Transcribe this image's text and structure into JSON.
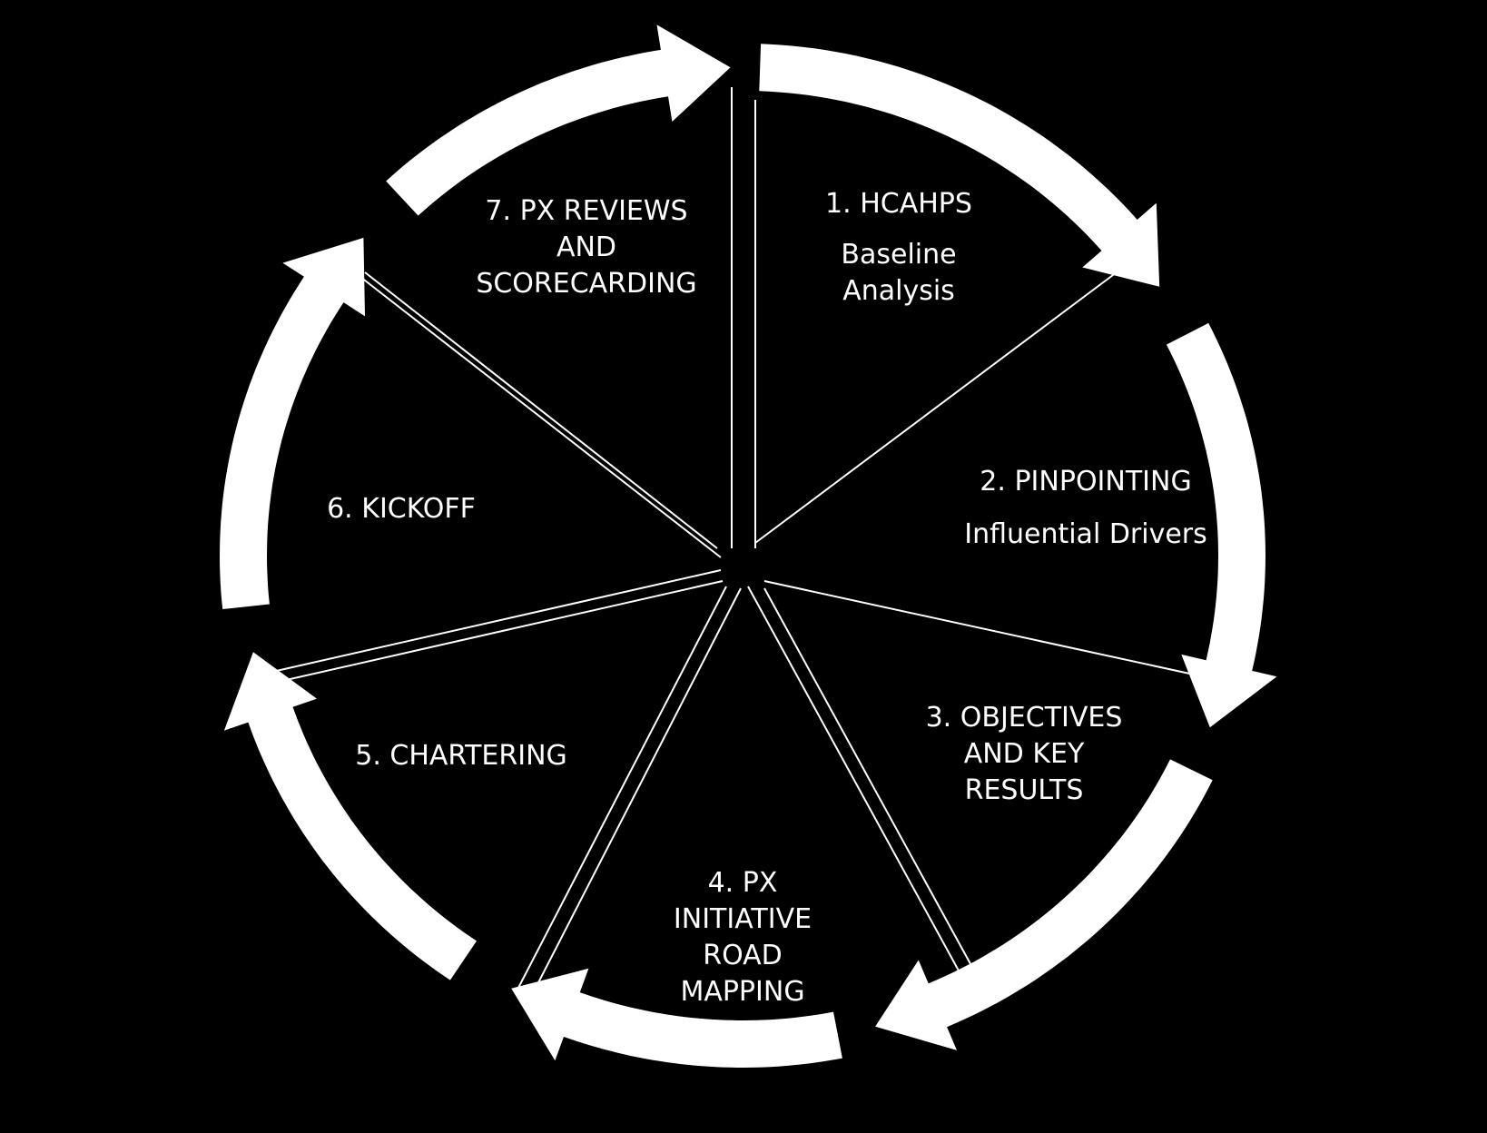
{
  "diagram": {
    "colors": {
      "background": "#000000",
      "foreground": "#ffffff"
    },
    "steps": [
      {
        "number": "1.",
        "title": "HCAHPS",
        "subtitle": [
          "Baseline",
          "Analysis"
        ]
      },
      {
        "number": "2.",
        "title": "PINPOINTING",
        "subtitle": [
          "Influential Drivers"
        ]
      },
      {
        "number": "3.",
        "title": "OBJECTIVES",
        "lines": [
          "AND KEY",
          "RESULTS"
        ]
      },
      {
        "number": "4.",
        "title": "PX",
        "lines": [
          "INITIATIVE",
          "ROAD",
          "MAPPING"
        ]
      },
      {
        "number": "5.",
        "title": "CHARTERING"
      },
      {
        "number": "6.",
        "title": "KICKOFF"
      },
      {
        "number": "7.",
        "title": "PX REVIEWS",
        "lines": [
          "AND",
          "SCORECARDING"
        ]
      }
    ]
  }
}
